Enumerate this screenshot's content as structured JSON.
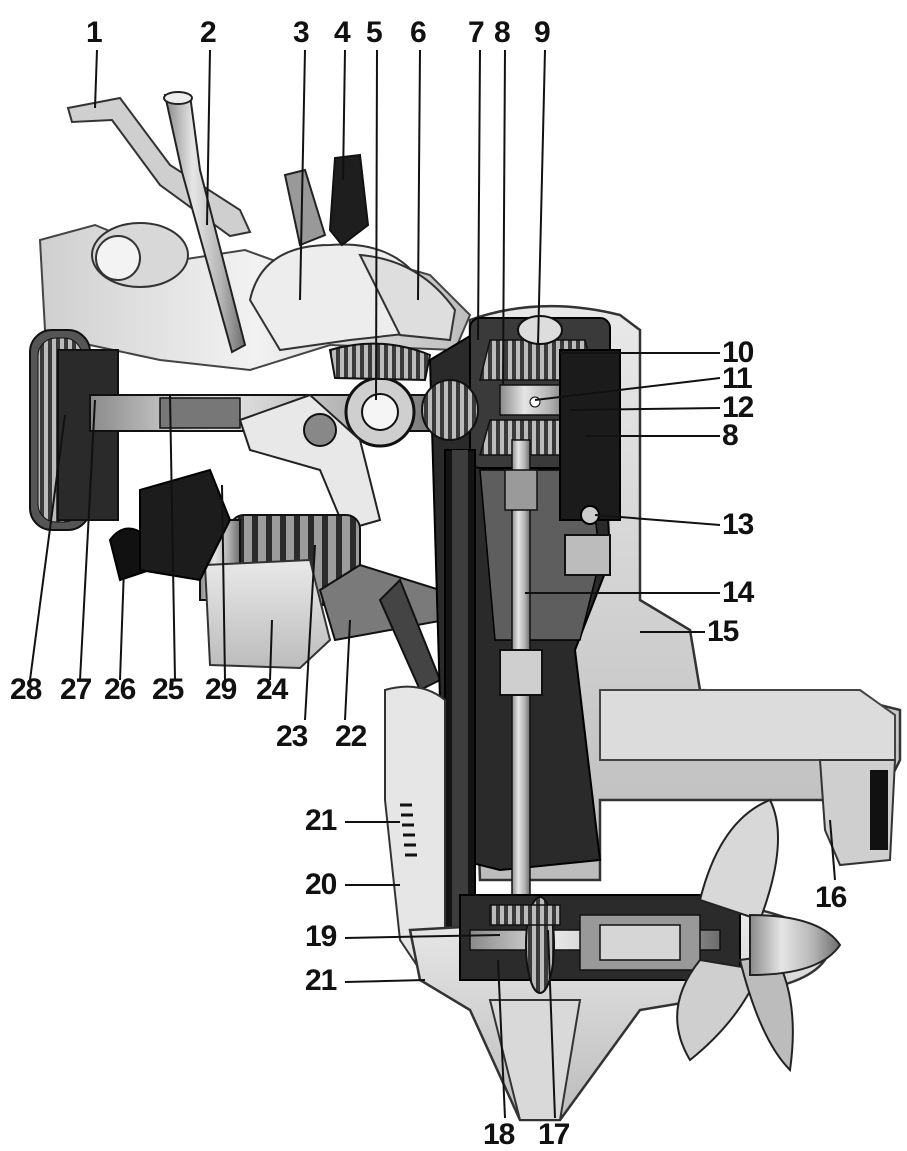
{
  "diagram": {
    "callouts": [
      {
        "id": "1",
        "text": "1"
      },
      {
        "id": "2",
        "text": "2"
      },
      {
        "id": "3",
        "text": "3"
      },
      {
        "id": "4",
        "text": "4"
      },
      {
        "id": "5",
        "text": "5"
      },
      {
        "id": "6",
        "text": "6"
      },
      {
        "id": "7",
        "text": "7"
      },
      {
        "id": "8a",
        "text": "8"
      },
      {
        "id": "9",
        "text": "9"
      },
      {
        "id": "10",
        "text": "10"
      },
      {
        "id": "11",
        "text": "11"
      },
      {
        "id": "12",
        "text": "12"
      },
      {
        "id": "8b",
        "text": "8"
      },
      {
        "id": "13",
        "text": "13"
      },
      {
        "id": "14",
        "text": "14"
      },
      {
        "id": "15",
        "text": "15"
      },
      {
        "id": "16",
        "text": "16"
      },
      {
        "id": "17",
        "text": "17"
      },
      {
        "id": "18",
        "text": "18"
      },
      {
        "id": "19",
        "text": "19"
      },
      {
        "id": "21b",
        "text": "21"
      },
      {
        "id": "20",
        "text": "20"
      },
      {
        "id": "21a",
        "text": "21"
      },
      {
        "id": "22",
        "text": "22"
      },
      {
        "id": "23",
        "text": "23"
      },
      {
        "id": "24",
        "text": "24"
      },
      {
        "id": "25",
        "text": "25"
      },
      {
        "id": "26",
        "text": "26"
      },
      {
        "id": "27",
        "text": "27"
      },
      {
        "id": "28",
        "text": "28"
      },
      {
        "id": "29",
        "text": "29"
      }
    ]
  }
}
